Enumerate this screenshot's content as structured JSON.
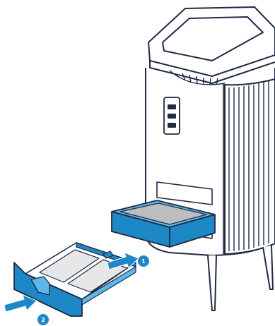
{
  "steps": [
    {
      "number": "1"
    },
    {
      "number": "2"
    }
  ],
  "colors": {
    "outline": "#1f2a44",
    "accent": "#1e88c7",
    "accent_light": "#5cb8e8",
    "filter_gray": "#bcbec0",
    "filter_light": "#e6e7e8",
    "background": "#ffffff"
  },
  "icons": [
    "arrow-right-icon",
    "step-number-badge"
  ]
}
